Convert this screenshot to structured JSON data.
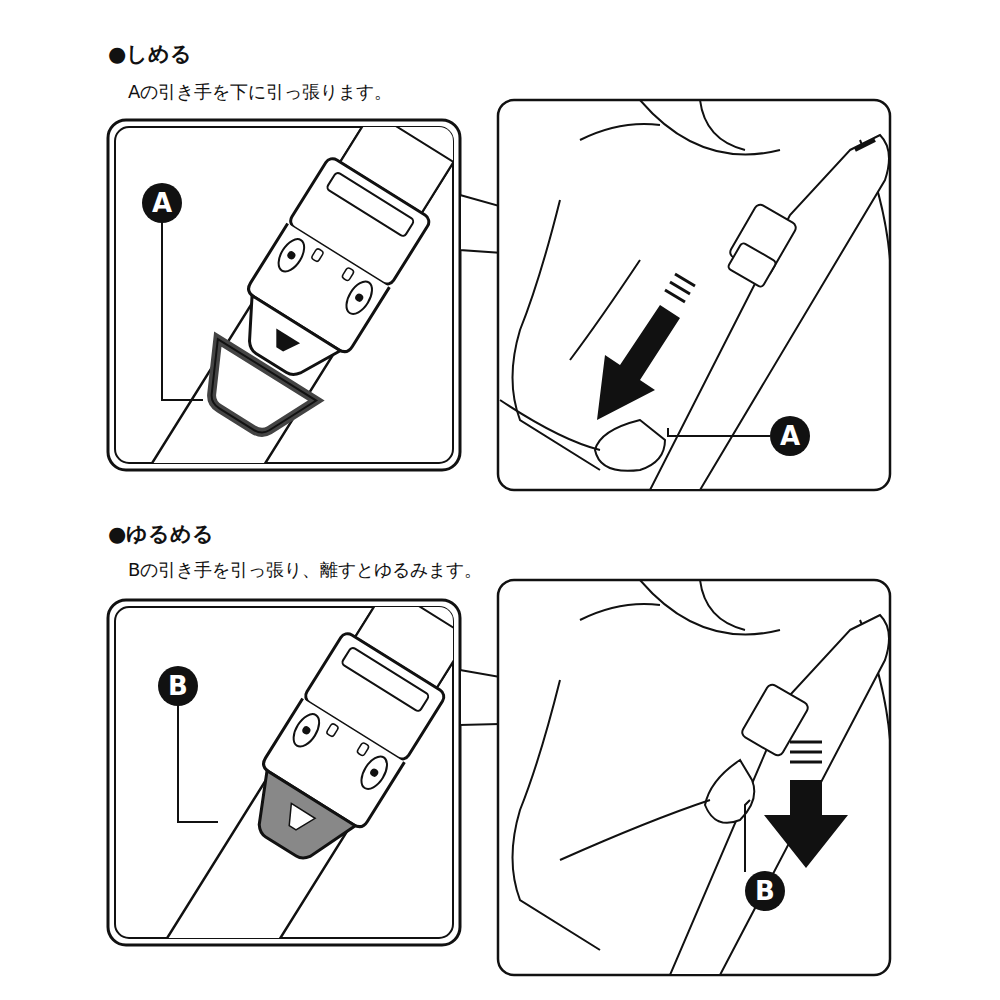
{
  "diagram": {
    "nodes": [
      {
        "text": [
          "A"
        ]
      },
      {
        "text": [
          "A"
        ]
      },
      {
        "text": [
          "B"
        ]
      },
      {
        "text": [
          "B"
        ]
      }
    ],
    "edges": [],
    "labels": [
      "●しめる",
      "Aの引き手を下に引っ張ります。",
      "●ゆるめる",
      "Bの引き手を引っ張り、離すとゆるみます。"
    ]
  }
}
